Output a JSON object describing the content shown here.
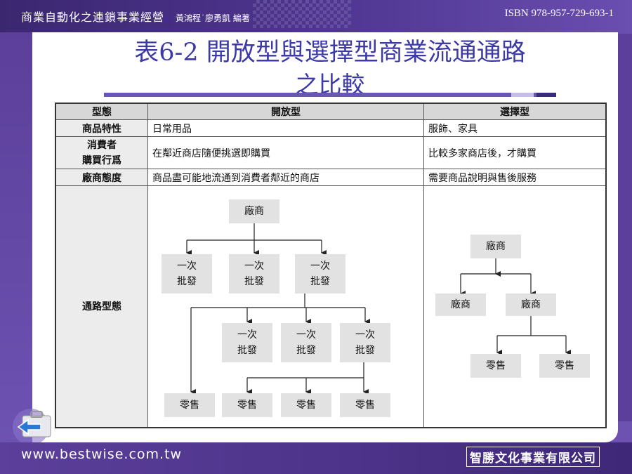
{
  "header": {
    "book_title": "商業自動化之連鎖事業經營",
    "authors": "黃鴻程˙廖勇凱 編著",
    "isbn": "ISBN 978-957-729-693-1"
  },
  "slide": {
    "title_line1": "表6-2 開放型與選擇型商業流通通路",
    "title_line2": "之比較"
  },
  "table": {
    "headers": [
      "型態",
      "開放型",
      "選擇型"
    ],
    "rows": [
      {
        "label": "商品特性",
        "open": "日常用品",
        "select": "服飾、家具"
      },
      {
        "label_l1": "消費者",
        "label_l2": "購買行爲",
        "open": "在鄰近商店隨便挑選即購買",
        "select": "比較多家商店後，才購買"
      },
      {
        "label": "廠商態度",
        "open": "商品盡可能地流通到消費者鄰近的商店",
        "select": "需要商品說明與售後服務"
      }
    ],
    "channel_label": "通路型態"
  },
  "diagram_open": {
    "manufacturer": "廠商",
    "wholesale_l1": "一次",
    "wholesale_l2": "批發",
    "retail": "零售"
  },
  "diagram_select": {
    "manufacturer": "廠商",
    "retail": "零售"
  },
  "footer": {
    "website": "www.bestwise.com.tw",
    "company": "智勝文化事業有限公司"
  }
}
